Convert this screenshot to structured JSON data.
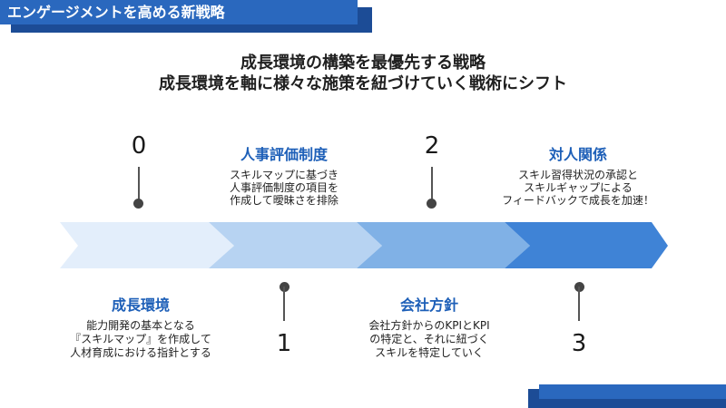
{
  "slide": {
    "title": "エンゲージメントを高める新戦略",
    "headline_1": "成長環境の構築を最優先する戦略",
    "headline_2": "成長環境を軸に様々な施策を紐づけていく戦術にシフト"
  },
  "steps": [
    {
      "number": "0",
      "title": "成長環境",
      "desc_1": "能力開発の基本となる",
      "desc_2": "『スキルマップ』を作成して",
      "desc_3": "人材育成における指針とする",
      "color": "#e3eefb"
    },
    {
      "number": "1",
      "title": "人事評価制度",
      "desc_1": "スキルマップに基づき",
      "desc_2": "人事評価制度の項目を",
      "desc_3": "作成して曖昧さを排除",
      "color": "#b7d3f2"
    },
    {
      "number": "2",
      "title": "会社方針",
      "desc_1": "会社方針からのKPIとKPI",
      "desc_2": "の特定と、それに紐づく",
      "desc_3": "スキルを特定していく",
      "color": "#80b1e6"
    },
    {
      "number": "3",
      "title": "対人関係",
      "desc_1": "スキル習得状況の承認と",
      "desc_2": "スキルギャップによる",
      "desc_3": "フィードバックで成長を加速！",
      "color": "#3f83d6"
    }
  ],
  "colors": {
    "accent": "#1d5fb8",
    "dark_bar": "#1c4c96",
    "title_bar": "#2a68be"
  }
}
